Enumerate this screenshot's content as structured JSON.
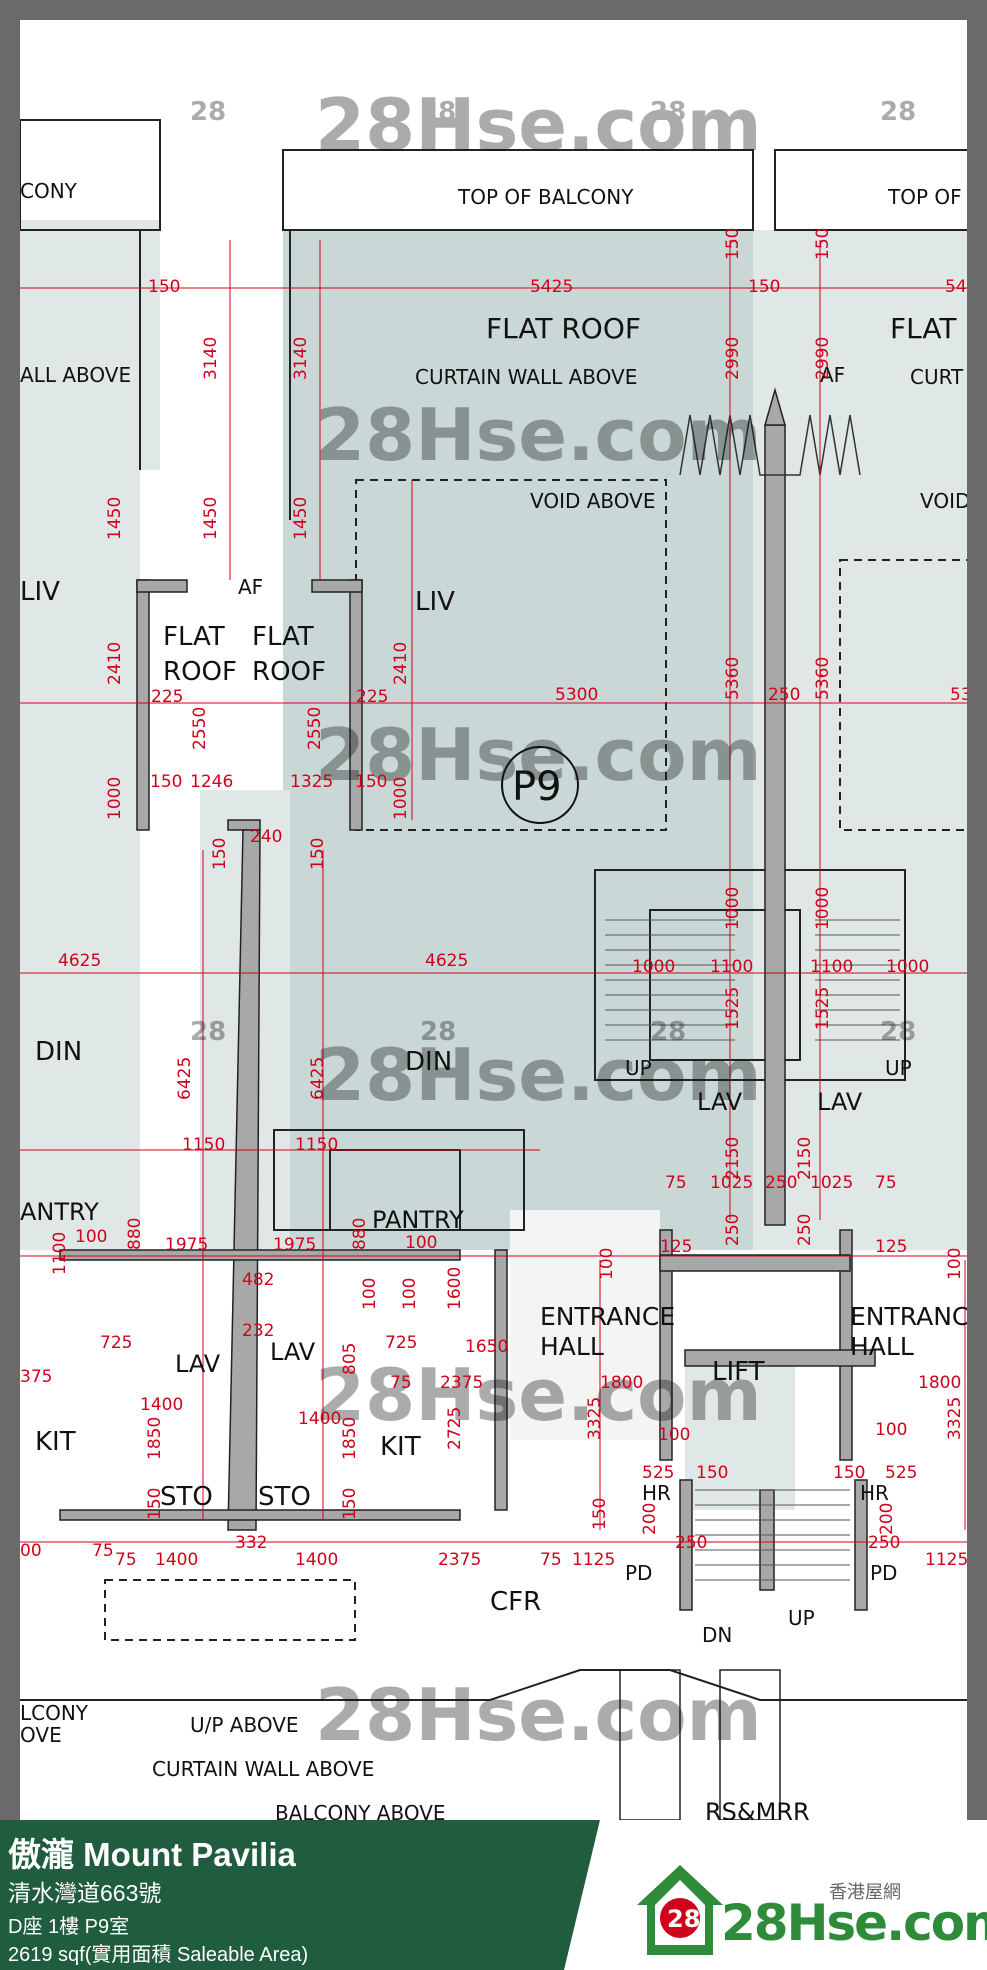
{
  "plan": {
    "labels": {
      "balcony_left": "CONY",
      "top_balcony_1": "TOP OF BALCONY",
      "top_balcony_2": "TOP OF",
      "flat_roof_1": "FLAT ROOF",
      "flat_roof_2": "FLAT",
      "curtain_wall_1": "CURTAIN WALL ABOVE",
      "curtain_wall_2": "CURT",
      "all_above": "ALL ABOVE",
      "af_1": "AF",
      "af_2": "AF",
      "void_1": "VOID ABOVE",
      "void_2": "VOID",
      "liv_1": "LIV",
      "liv_2": "LIV",
      "flat_small_1": "FLAT",
      "roof_small_1": "ROOF",
      "flat_small_2": "FLAT",
      "roof_small_2": "ROOF",
      "unit_marker": "P9",
      "din_1": "DIN",
      "din_2": "DIN",
      "up_1": "UP",
      "up_2": "UP",
      "lav_1": "LAV",
      "lav_2": "LAV",
      "lav_3": "LAV",
      "lav_4": "LAV",
      "pantry_1": "ANTRY",
      "pantry_2": "PANTRY",
      "entrance_1a": "ENTRANCE",
      "entrance_1b": "HALL",
      "entrance_2a": "ENTRANC",
      "entrance_2b": "HALL",
      "lift": "LIFT",
      "kit_1": "KIT",
      "kit_2": "KIT",
      "sto_1": "STO",
      "sto_2": "STO",
      "hr_1": "HR",
      "hr_2": "HR",
      "pd_1": "PD",
      "pd_2": "PD",
      "cfr": "CFR",
      "dn": "DN",
      "up_3": "UP",
      "balcony_left_2a": "LCONY",
      "balcony_left_2b": "OVE",
      "up_above": "U/P ABOVE",
      "curtain_wall_3": "CURTAIN WALL ABOVE",
      "balcony_above": "BALCONY ABOVE",
      "rs_mrr": "RS&MRR"
    },
    "dims": [
      "150",
      "5425",
      "150",
      "54",
      "3140",
      "3140",
      "2990",
      "2990",
      "150",
      "150",
      "1450",
      "1450",
      "1450",
      "2410",
      "2410",
      "5360",
      "5360",
      "5300",
      "250",
      "53",
      "225",
      "225",
      "2550",
      "2550",
      "1000",
      "1000",
      "150",
      "1246",
      "1325",
      "150",
      "240",
      "150",
      "150",
      "1000",
      "1000",
      "4625",
      "4625",
      "1000",
      "1100",
      "1100",
      "1000",
      "1525",
      "1525",
      "6425",
      "6425",
      "1150",
      "1150",
      "2150",
      "2150",
      "75",
      "1025",
      "250",
      "1025",
      "75",
      "1100",
      "100",
      "880",
      "1975",
      "1975",
      "880",
      "100",
      "100",
      "1600",
      "250",
      "250",
      "125",
      "125",
      "482",
      "100",
      "232",
      "725",
      "725",
      "1650",
      "100",
      "100",
      "1800",
      "1800",
      "375",
      "805",
      "75",
      "2375",
      "2725",
      "3325",
      "3325",
      "1400",
      "1400",
      "100",
      "100",
      "1850",
      "1850",
      "525",
      "525",
      "150",
      "150",
      "200",
      "200",
      "150",
      "150",
      "150",
      "250",
      "250",
      "332",
      "1400",
      "1400",
      "75",
      "2375",
      "75",
      "1125",
      "1125",
      "00",
      "75"
    ],
    "watermark": "28Hse.com",
    "watermark_badge": "28"
  },
  "footer": {
    "title": "傲瀧 Mount Pavilia",
    "address": "清水灣道663號",
    "unit": "D座 1樓 P9室",
    "area": "2619 sqf(實用面積 Saleable Area)",
    "brand_chinese": "香港屋網",
    "brand_name": "28Hse.com",
    "brand_badge": "28"
  },
  "colors": {
    "room_fill": "#c9d8d6",
    "room_fill_light": "#dfe8e7",
    "wall": "#a8a8a8",
    "dimension": "#d0021b",
    "footer_green": "#1f5d3e",
    "brand_green": "#2e8b3a"
  }
}
